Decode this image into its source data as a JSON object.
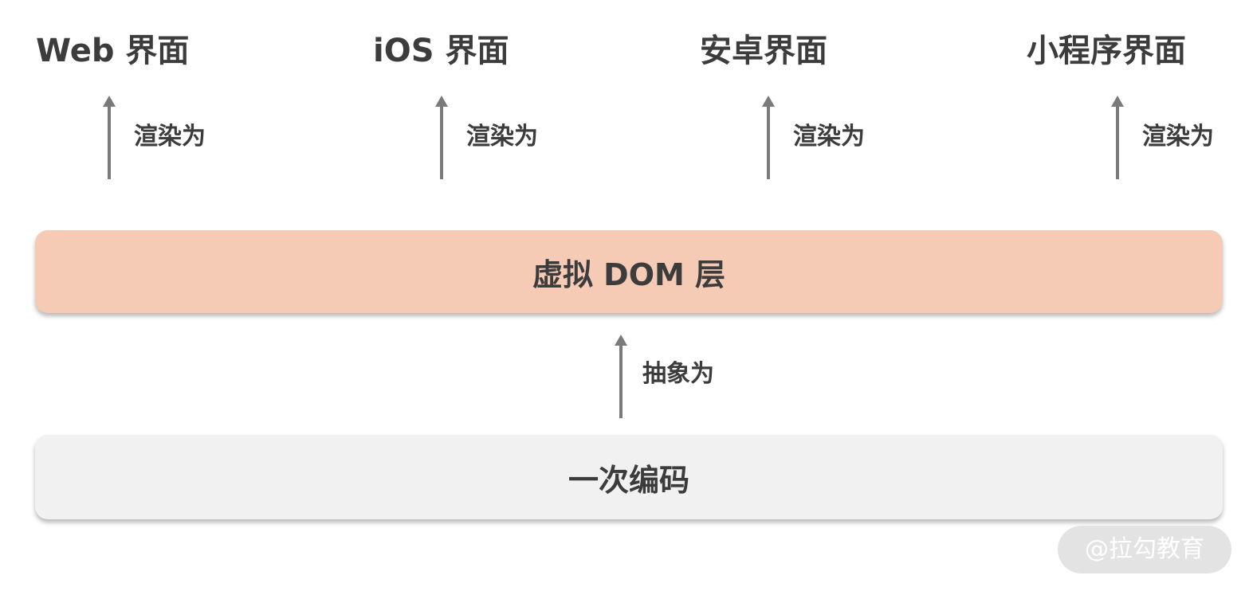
{
  "platforms": [
    {
      "label": "Web 界面",
      "edge_label": "渲染为"
    },
    {
      "label": "iOS 界面",
      "edge_label": "渲染为"
    },
    {
      "label": "安卓界面",
      "edge_label": "渲染为"
    },
    {
      "label": "小程序界面",
      "edge_label": "渲染为"
    }
  ],
  "virtual_dom_layer": {
    "label": "虚拟 DOM 层"
  },
  "abstraction_edge": {
    "label": "抽象为"
  },
  "code_layer": {
    "label": "一次编码"
  },
  "watermark": {
    "text": "@拉勾教育"
  },
  "colors": {
    "text": "#3c3c3c",
    "arrow": "#7a7a7a",
    "virtual_dom_fill": "#f6cbb6",
    "code_fill": "#f1f1f1",
    "watermark_fill": "#e3e3e3"
  }
}
